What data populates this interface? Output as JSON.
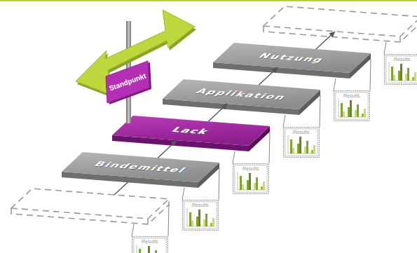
{
  "diagram": {
    "nodes": [
      {
        "text": [
          "Bindemittel"
        ]
      },
      {
        "text": [
          "Lack"
        ]
      },
      {
        "text": [
          "Applikation"
        ]
      },
      {
        "text": [
          "Nutzung"
        ]
      },
      {
        "text": [
          "Standpunkt"
        ]
      }
    ],
    "edges": [
      {
        "from": 0,
        "to": 1,
        "arrow": "to"
      },
      {
        "from": 1,
        "to": 2,
        "arrow": "to"
      },
      {
        "from": 2,
        "to": 3,
        "arrow": "to"
      }
    ],
    "labels": [
      "Results",
      "Results",
      "Results",
      "Results",
      "Results",
      "Results"
    ]
  }
}
